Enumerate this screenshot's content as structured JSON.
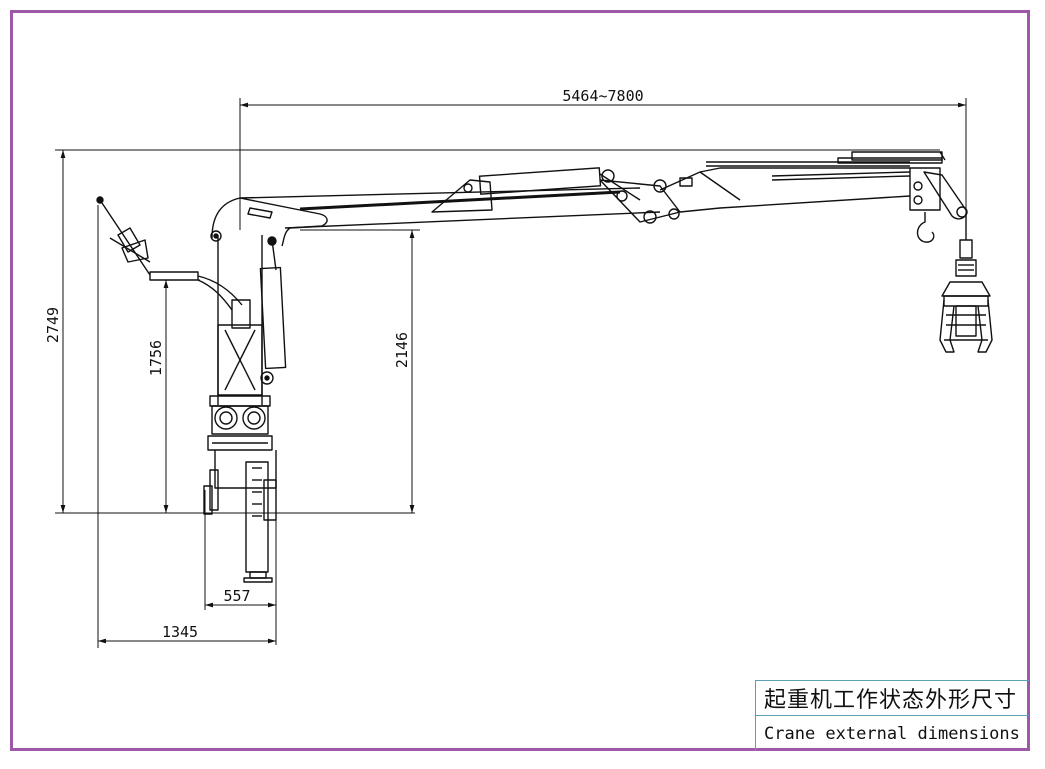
{
  "dimensions": {
    "reach": "5464~7800",
    "total_height": "2749",
    "column_height": "1756",
    "boom_pivot_height": "2146",
    "base_offset": "557",
    "seat_offset": "1345"
  },
  "title_block": {
    "title_cn": "起重机工作状态外形尺寸",
    "title_en": "Crane external dimensions"
  },
  "colors": {
    "frame": "#9b59a6",
    "title_border": "#5aa0b4",
    "line": "#111111"
  }
}
